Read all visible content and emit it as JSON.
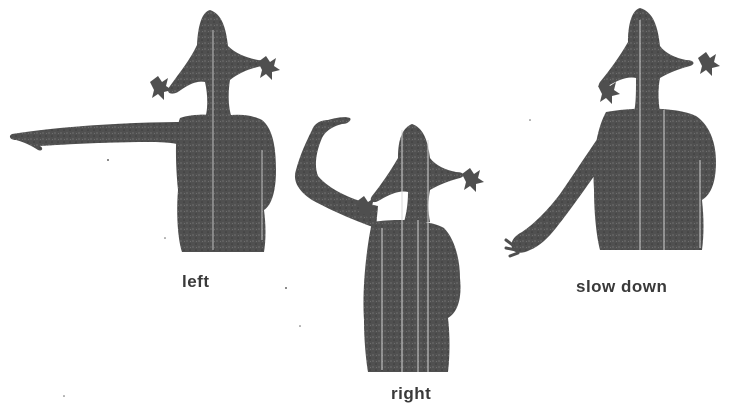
{
  "colors": {
    "silhouette": "#4f4f4f",
    "highlight": "#d8d8d8",
    "caption": "#3a3a3a"
  },
  "figures": [
    {
      "id": "left",
      "caption": "left",
      "gesture": "arm extended horizontally, pointing left"
    },
    {
      "id": "right",
      "caption": "right",
      "gesture": "forearm raised upward, bent at elbow"
    },
    {
      "id": "slow-down",
      "caption": "slow down",
      "gesture": "arm angled down and out, palm facing down"
    }
  ]
}
